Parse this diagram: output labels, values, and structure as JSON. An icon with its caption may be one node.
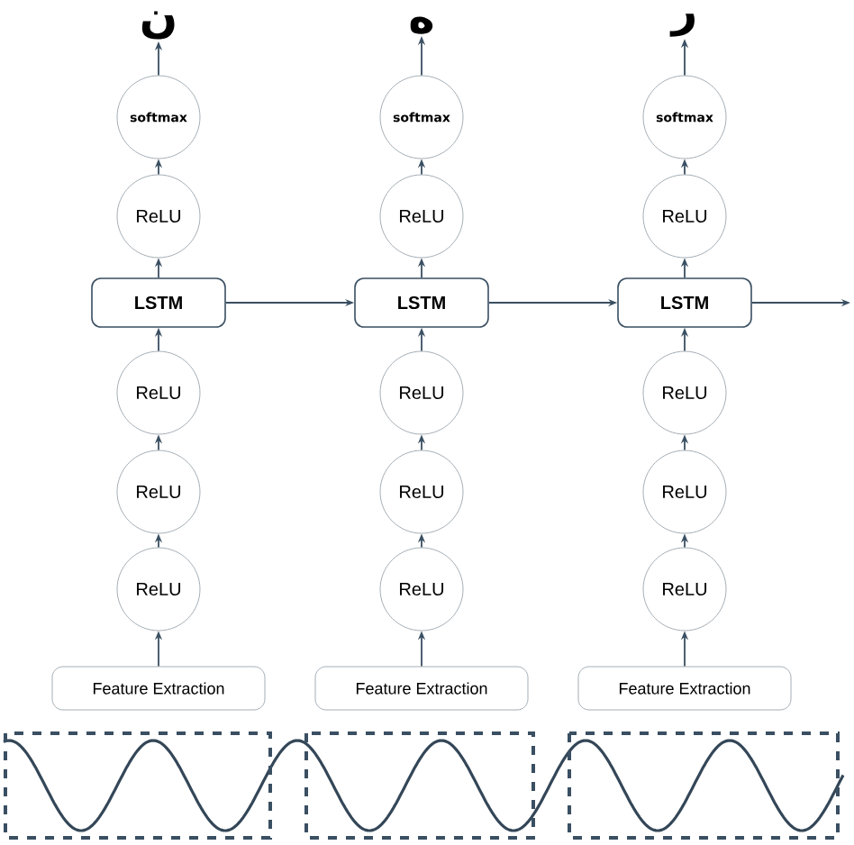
{
  "diagram": {
    "nodes": [
      {
        "text": [
          "ن"
        ]
      },
      {
        "text": [
          "softmax"
        ]
      },
      {
        "text": [
          "ReLU"
        ]
      },
      {
        "text": [
          "LSTM"
        ]
      },
      {
        "text": [
          "ReLU"
        ]
      },
      {
        "text": [
          "ReLU"
        ]
      },
      {
        "text": [
          "ReLU"
        ]
      },
      {
        "text": [
          "Feature Extraction"
        ]
      },
      {
        "text": [
          "ه"
        ]
      },
      {
        "text": [
          "softmax"
        ]
      },
      {
        "text": [
          "ReLU"
        ]
      },
      {
        "text": [
          "LSTM"
        ]
      },
      {
        "text": [
          "ReLU"
        ]
      },
      {
        "text": [
          "ReLU"
        ]
      },
      {
        "text": [
          "ReLU"
        ]
      },
      {
        "text": [
          "Feature Extraction"
        ]
      },
      {
        "text": [
          "ر"
        ]
      },
      {
        "text": [
          "softmax"
        ]
      },
      {
        "text": [
          "ReLU"
        ]
      },
      {
        "text": [
          "LSTM"
        ]
      },
      {
        "text": [
          "ReLU"
        ]
      },
      {
        "text": [
          "ReLU"
        ]
      },
      {
        "text": [
          "ReLU"
        ]
      },
      {
        "text": [
          "Feature Extraction"
        ]
      }
    ],
    "edges": [
      {
        "from": 7,
        "to": 6,
        "arrow": "to"
      },
      {
        "from": 6,
        "to": 5,
        "arrow": "to"
      },
      {
        "from": 5,
        "to": 4,
        "arrow": "to"
      },
      {
        "from": 4,
        "to": 3,
        "arrow": "to"
      },
      {
        "from": 3,
        "to": 2,
        "arrow": "to"
      },
      {
        "from": 2,
        "to": 1,
        "arrow": "to"
      },
      {
        "from": 1,
        "to": 0,
        "arrow": "to"
      },
      {
        "from": 15,
        "to": 14,
        "arrow": "to"
      },
      {
        "from": 14,
        "to": 13,
        "arrow": "to"
      },
      {
        "from": 13,
        "to": 12,
        "arrow": "to"
      },
      {
        "from": 12,
        "to": 11,
        "arrow": "to"
      },
      {
        "from": 11,
        "to": 10,
        "arrow": "to"
      },
      {
        "from": 10,
        "to": 9,
        "arrow": "to"
      },
      {
        "from": 9,
        "to": 8,
        "arrow": "to"
      },
      {
        "from": 23,
        "to": 22,
        "arrow": "to"
      },
      {
        "from": 22,
        "to": 21,
        "arrow": "to"
      },
      {
        "from": 21,
        "to": 20,
        "arrow": "to"
      },
      {
        "from": 20,
        "to": 19,
        "arrow": "to"
      },
      {
        "from": 19,
        "to": 18,
        "arrow": "to"
      },
      {
        "from": 18,
        "to": 17,
        "arrow": "to"
      },
      {
        "from": 17,
        "to": 16,
        "arrow": "to"
      },
      {
        "from": 3,
        "to": 11,
        "arrow": "to"
      },
      {
        "from": 11,
        "to": 19,
        "arrow": "to"
      },
      {
        "from": 19,
        "to": null,
        "arrow": "to"
      }
    ]
  }
}
